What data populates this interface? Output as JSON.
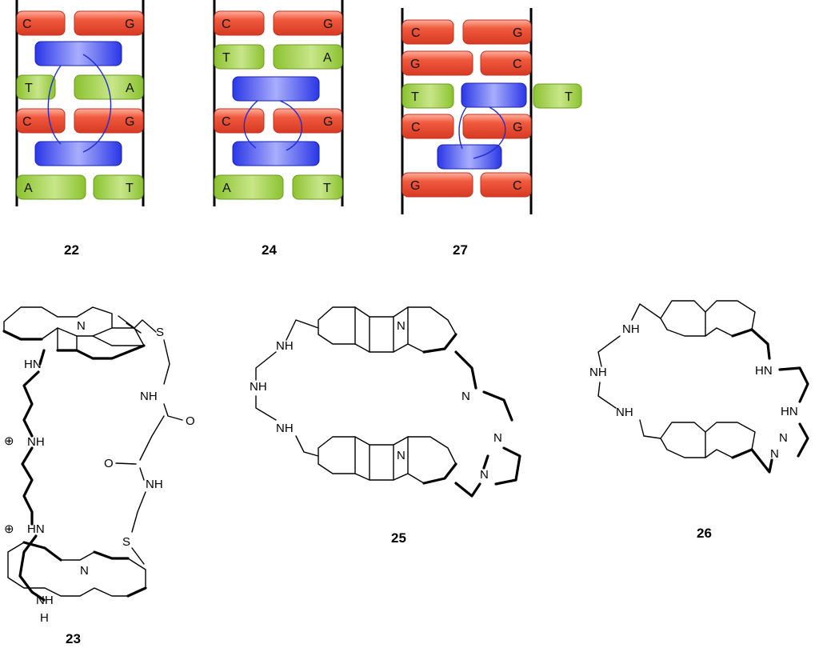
{
  "colors": {
    "cg_pair": "#e8452e",
    "at_pair": "#93c93a",
    "intercalator": "#2a36e6",
    "linker": "#1f2bd6",
    "backbone": "#000000"
  },
  "panels": [
    {
      "label": "22",
      "pairs": [
        {
          "left": "C",
          "right": "G",
          "type": "cg"
        },
        {
          "left": "T",
          "right": "A",
          "type": "at"
        },
        {
          "left": "C",
          "right": "G",
          "type": "cg"
        },
        {
          "left": "A",
          "right": "T",
          "type": "at"
        }
      ]
    },
    {
      "label": "24",
      "pairs": [
        {
          "left": "C",
          "right": "G",
          "type": "cg"
        },
        {
          "left": "T",
          "right": "A",
          "type": "at"
        },
        {
          "left": "C",
          "right": "G",
          "type": "cg"
        },
        {
          "left": "A",
          "right": "T",
          "type": "at"
        }
      ]
    },
    {
      "label": "27",
      "pairs": [
        {
          "left": "C",
          "right": "G",
          "type": "cg"
        },
        {
          "left": "G",
          "right": "C",
          "type": "cg"
        },
        {
          "left": "T",
          "right": "T",
          "type": "at"
        },
        {
          "left": "C",
          "right": "G",
          "type": "cg"
        },
        {
          "left": "G",
          "right": "C",
          "type": "cg"
        }
      ]
    }
  ],
  "structures": [
    {
      "label": "23",
      "atoms": [
        "N",
        "S",
        "HN",
        "NH",
        "O",
        "O",
        "NH",
        "S",
        "N",
        "HN",
        "NH",
        "NH",
        "N",
        "H"
      ],
      "charges": [
        "⊕",
        "⊕"
      ]
    },
    {
      "label": "25",
      "atoms": [
        "N",
        "NH",
        "NH",
        "NH",
        "N",
        "N",
        "N",
        "N"
      ]
    },
    {
      "label": "26",
      "atoms": [
        "NH",
        "NH",
        "NH",
        "HN",
        "HN",
        "N",
        "N"
      ]
    }
  ]
}
